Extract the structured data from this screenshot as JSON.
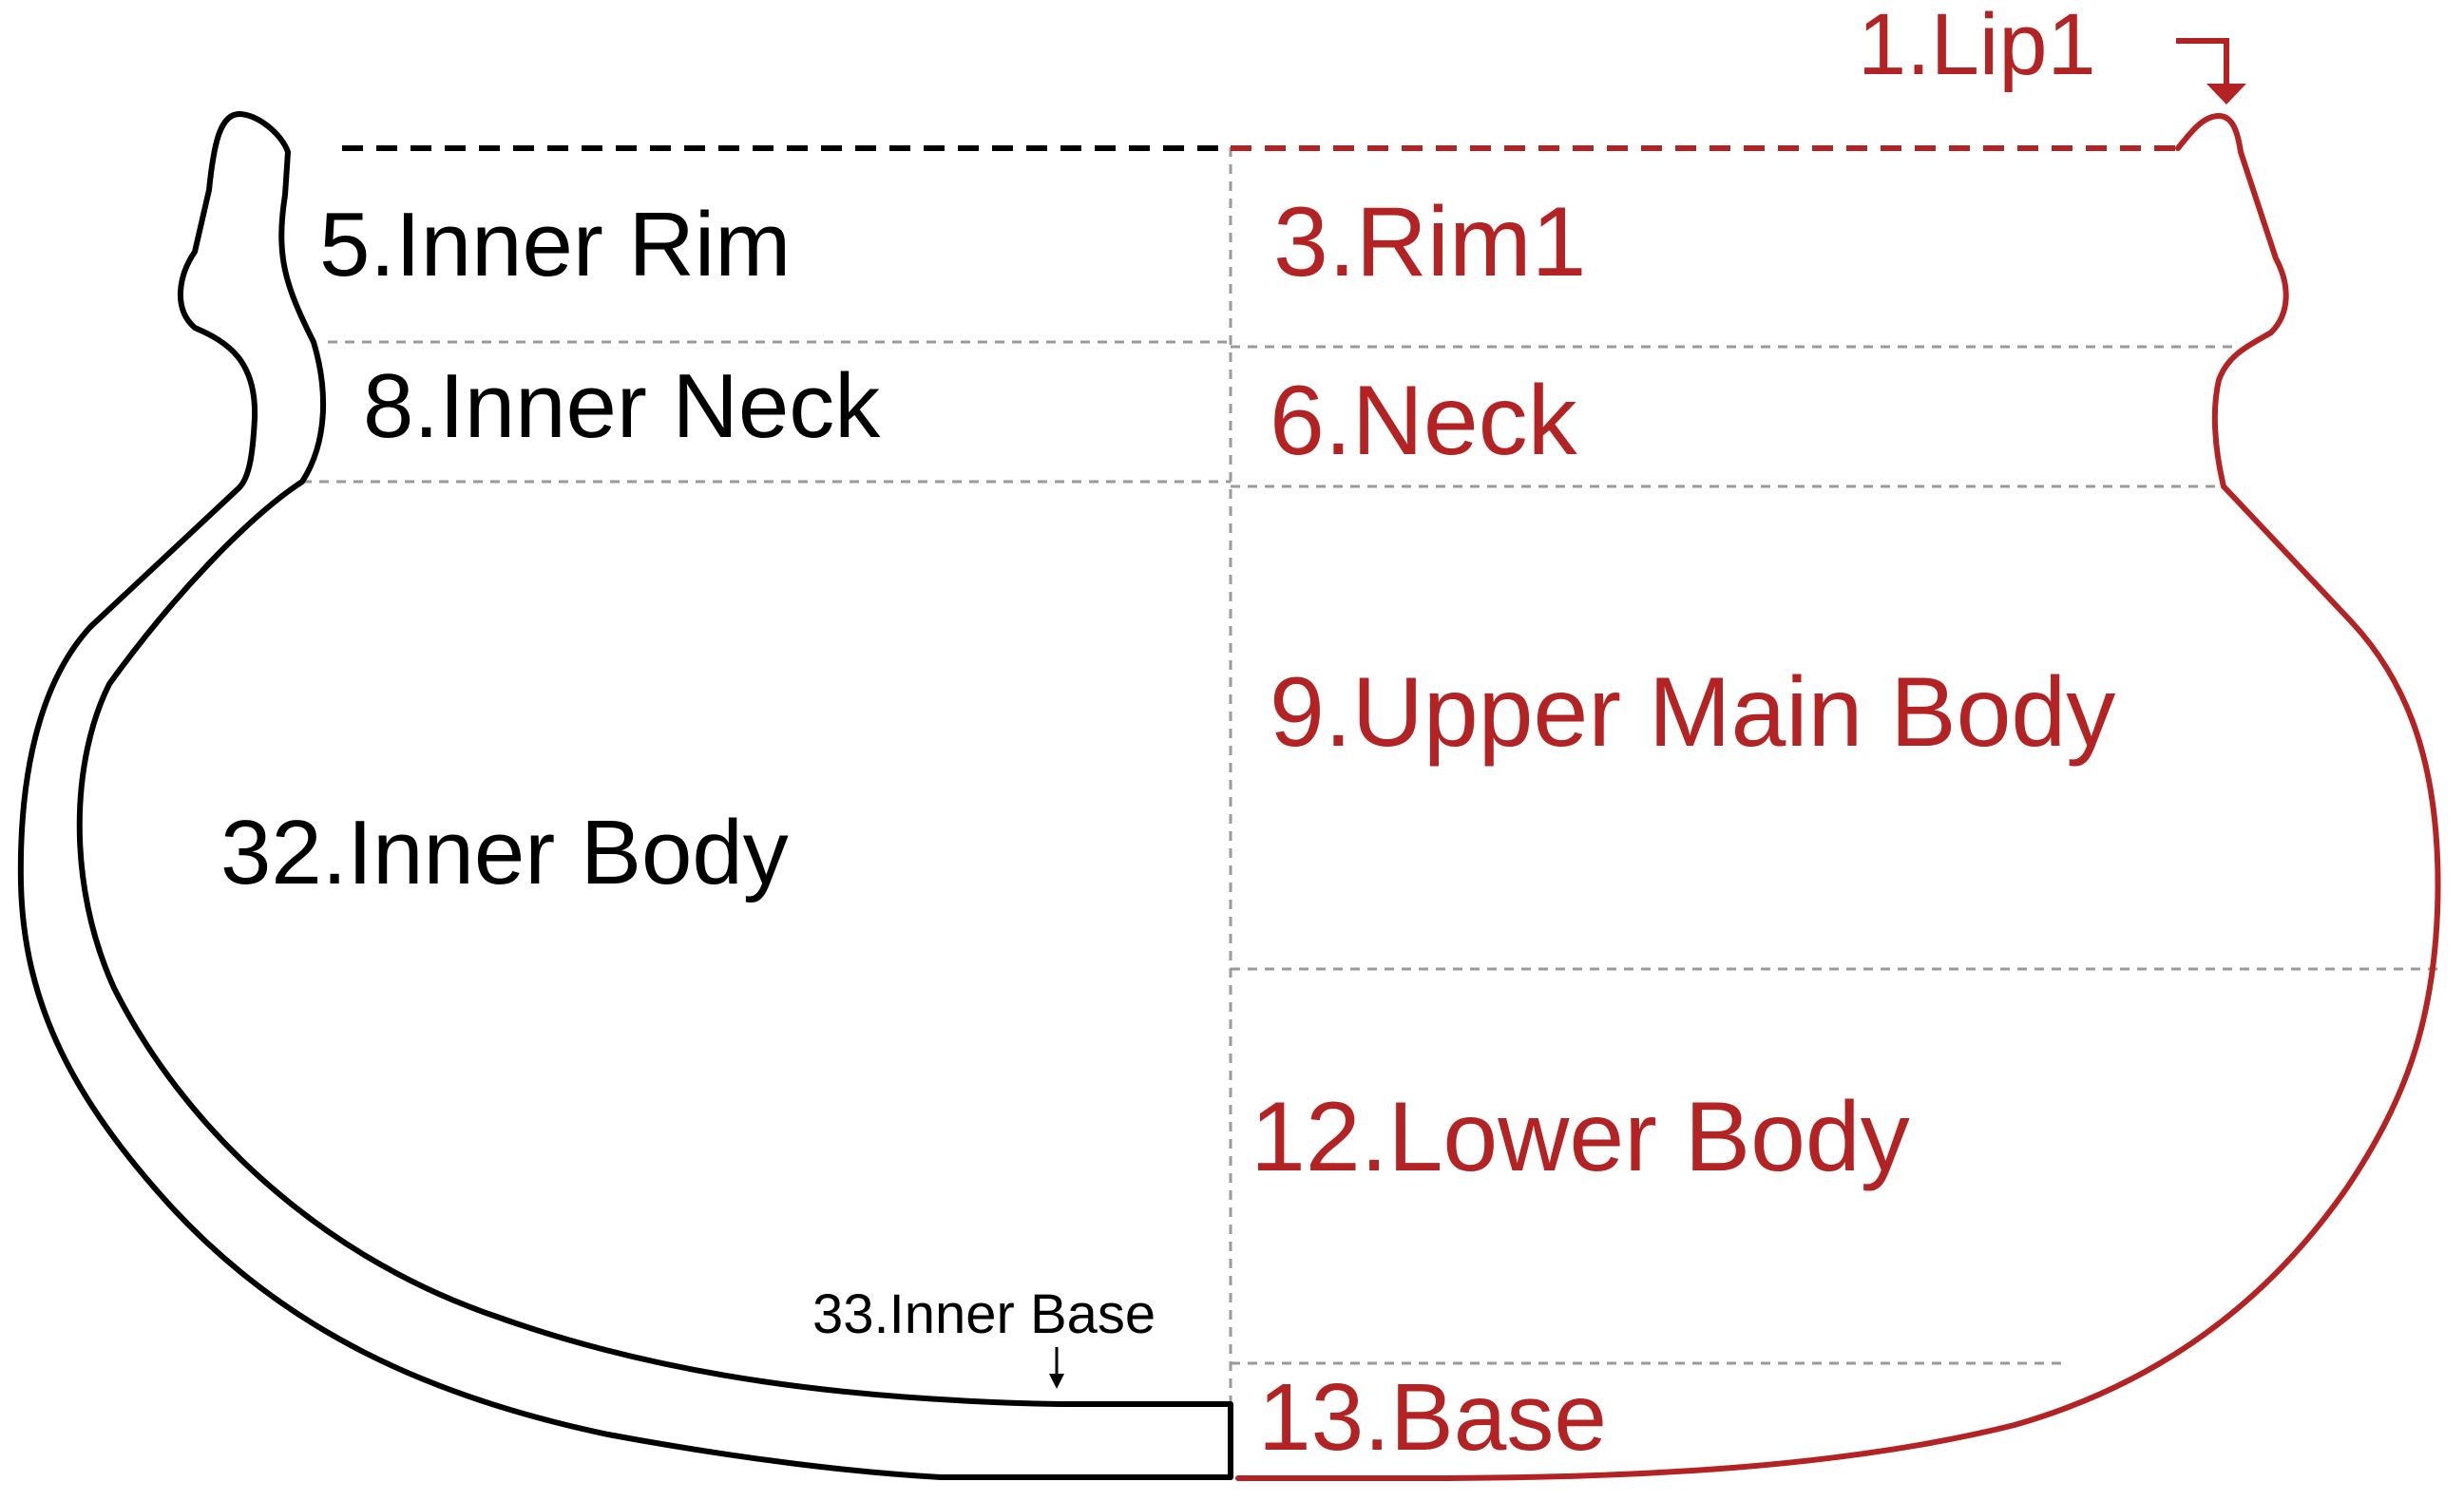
{
  "colors": {
    "inner": "#000000",
    "outer": "#b42323",
    "divider": "#9a9a9a"
  },
  "labels": {
    "lip": "1.Lip1",
    "rim": "3.Rim1",
    "inner_rim": "5.Inner Rim",
    "neck": "6.Neck",
    "inner_neck": "8.Inner Neck",
    "upper_main_body": "9.Upper Main Body",
    "lower_body": "12.Lower Body",
    "base": "13.Base",
    "inner_body": "32.Inner Body",
    "inner_base": "33.Inner Base"
  }
}
